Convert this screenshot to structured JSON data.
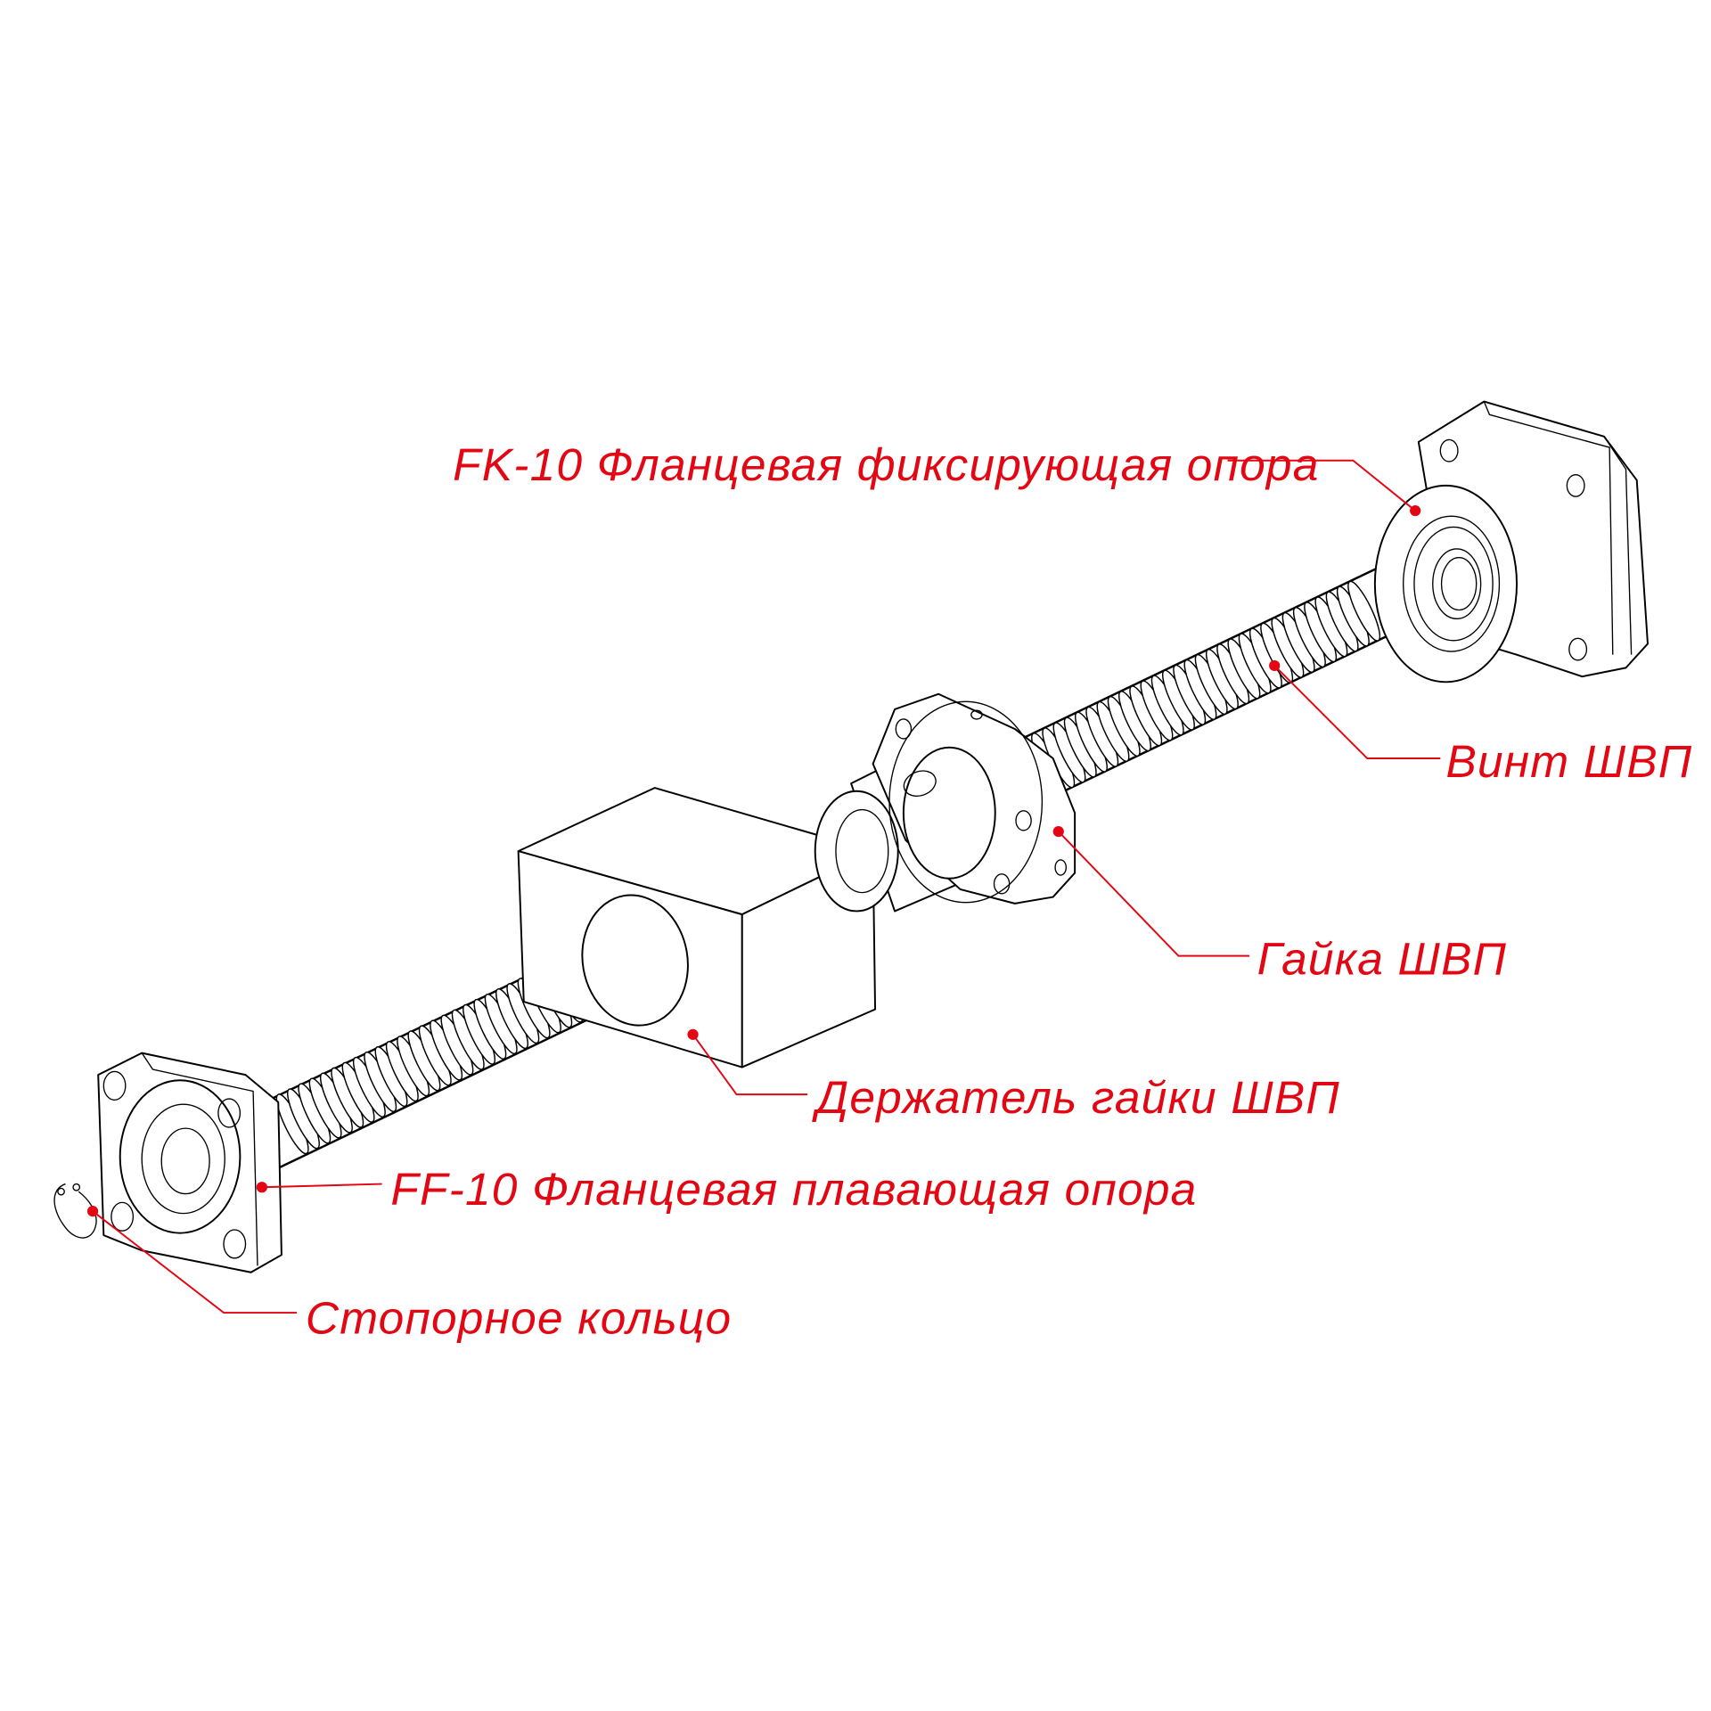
{
  "diagram": {
    "accent_color": "#e30613",
    "labels": {
      "fk10": "FK-10 Фланцевая фиксирующая опора",
      "screw": "Винт ШВП",
      "nut": "Гайка ШВП",
      "holder": "Держатель гайки ШВП",
      "ff10": "FF-10 Фланцевая плавающая опора",
      "ring": "Стопорное кольцо"
    }
  }
}
